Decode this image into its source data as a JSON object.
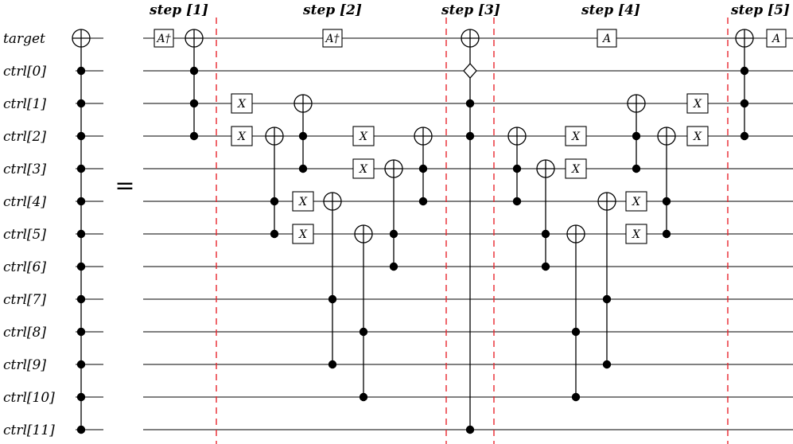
{
  "wires": [
    "target",
    "ctrl[0]",
    "ctrl[1]",
    "ctrl[2]",
    "ctrl[3]",
    "ctrl[4]",
    "ctrl[5]",
    "ctrl[6]",
    "ctrl[7]",
    "ctrl[8]",
    "ctrl[9]",
    "ctrl[10]",
    "ctrl[11]"
  ],
  "equals_sign": "=",
  "steps": [
    "step [1]",
    "step [2]",
    "step [3]",
    "step [4]",
    "step [5]"
  ],
  "gate_labels": {
    "A": "A",
    "A_dagger": "A†",
    "X": "X"
  },
  "colors": {
    "barrier": "#e8262d",
    "wire": "#000000",
    "gate_fill": "#ffffff"
  },
  "left_gate": {
    "target": "target",
    "controls": [
      "ctrl[0]",
      "ctrl[1]",
      "ctrl[2]",
      "ctrl[3]",
      "ctrl[4]",
      "ctrl[5]",
      "ctrl[6]",
      "ctrl[7]",
      "ctrl[8]",
      "ctrl[9]",
      "ctrl[10]",
      "ctrl[11]"
    ]
  },
  "columns": [
    {
      "gates": [
        {
          "type": "box",
          "wire": "target",
          "label": "A_dagger"
        }
      ]
    },
    {
      "gates": [
        {
          "type": "cnot",
          "target": "target",
          "controls": [
            "ctrl[0]",
            "ctrl[1]",
            "ctrl[2]"
          ]
        }
      ]
    },
    {
      "gates": [
        {
          "type": "box",
          "wire": "ctrl[1]",
          "label": "X"
        },
        {
          "type": "box",
          "wire": "ctrl[2]",
          "label": "X"
        }
      ]
    },
    {
      "gates": [
        {
          "type": "cnot",
          "target": "ctrl[2]",
          "controls": [
            "ctrl[4]",
            "ctrl[5]"
          ]
        }
      ]
    },
    {
      "gates": [
        {
          "type": "cnot",
          "target": "ctrl[1]",
          "controls": [
            "ctrl[2]",
            "ctrl[3]"
          ]
        },
        {
          "type": "box",
          "wire": "ctrl[4]",
          "label": "X"
        },
        {
          "type": "box",
          "wire": "ctrl[5]",
          "label": "X"
        }
      ]
    },
    {
      "gates": [
        {
          "type": "box",
          "wire": "target",
          "label": "A_dagger"
        },
        {
          "type": "cnot",
          "target": "ctrl[4]",
          "controls": [
            "ctrl[7]",
            "ctrl[9]"
          ]
        }
      ]
    },
    {
      "gates": [
        {
          "type": "box",
          "wire": "ctrl[2]",
          "label": "X"
        },
        {
          "type": "box",
          "wire": "ctrl[3]",
          "label": "X"
        },
        {
          "type": "cnot",
          "target": "ctrl[5]",
          "controls": [
            "ctrl[8]",
            "ctrl[10]"
          ]
        }
      ]
    },
    {
      "gates": [
        {
          "type": "cnot",
          "target": "ctrl[3]",
          "controls": [
            "ctrl[5]",
            "ctrl[6]"
          ]
        }
      ]
    },
    {
      "gates": [
        {
          "type": "cnot",
          "target": "ctrl[2]",
          "controls": [
            "ctrl[3]",
            "ctrl[4]"
          ]
        }
      ]
    },
    {
      "gates": [
        {
          "type": "cnot",
          "target": "target",
          "controls": [
            "ctrl[1]",
            "ctrl[2]",
            "ctrl[11]"
          ],
          "diamond": "ctrl[0]"
        }
      ]
    },
    {
      "gates": [
        {
          "type": "cnot",
          "target": "ctrl[2]",
          "controls": [
            "ctrl[3]",
            "ctrl[4]"
          ]
        }
      ]
    },
    {
      "gates": [
        {
          "type": "cnot",
          "target": "ctrl[3]",
          "controls": [
            "ctrl[5]",
            "ctrl[6]"
          ]
        }
      ]
    },
    {
      "gates": [
        {
          "type": "cnot",
          "target": "ctrl[5]",
          "controls": [
            "ctrl[8]",
            "ctrl[10]"
          ]
        },
        {
          "type": "box",
          "wire": "ctrl[2]",
          "label": "X"
        },
        {
          "type": "box",
          "wire": "ctrl[3]",
          "label": "X"
        }
      ]
    },
    {
      "gates": [
        {
          "type": "box",
          "wire": "target",
          "label": "A"
        },
        {
          "type": "cnot",
          "target": "ctrl[4]",
          "controls": [
            "ctrl[7]",
            "ctrl[9]"
          ]
        }
      ]
    },
    {
      "gates": [
        {
          "type": "box",
          "wire": "ctrl[4]",
          "label": "X"
        },
        {
          "type": "box",
          "wire": "ctrl[5]",
          "label": "X"
        },
        {
          "type": "cnot",
          "target": "ctrl[1]",
          "controls": [
            "ctrl[2]",
            "ctrl[3]"
          ]
        }
      ]
    },
    {
      "gates": [
        {
          "type": "cnot",
          "target": "ctrl[2]",
          "controls": [
            "ctrl[4]",
            "ctrl[5]"
          ]
        }
      ]
    },
    {
      "gates": [
        {
          "type": "box",
          "wire": "ctrl[1]",
          "label": "X"
        },
        {
          "type": "box",
          "wire": "ctrl[2]",
          "label": "X"
        }
      ]
    },
    {
      "gates": [
        {
          "type": "cnot",
          "target": "target",
          "controls": [
            "ctrl[0]",
            "ctrl[1]",
            "ctrl[2]"
          ]
        }
      ]
    },
    {
      "gates": [
        {
          "type": "box",
          "wire": "target",
          "label": "A"
        }
      ]
    }
  ]
}
